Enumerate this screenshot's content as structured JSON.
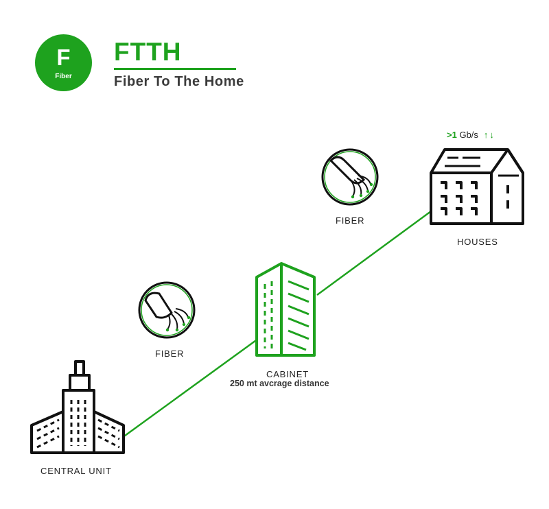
{
  "header": {
    "logo_letter": "F",
    "logo_word": "Fiber",
    "title": "FTTH",
    "subtitle": "Fiber To The Home"
  },
  "nodes": {
    "central_unit": {
      "label": "CENTRAL UNIT"
    },
    "cabinet": {
      "label": "CABINET",
      "sublabel": "250 mt avcrage distance"
    },
    "houses": {
      "label": "HOUSES"
    }
  },
  "links": [
    {
      "label": "FIBER"
    },
    {
      "label": "FIBER"
    }
  ],
  "speed": {
    "prefix": ">1",
    "unit": "Gb/s",
    "arrows": "↑↓"
  },
  "colors": {
    "accent": "#1ea21e",
    "ink": "#111111",
    "text": "#222222"
  },
  "icons": [
    "building-icon",
    "cabinet-icon",
    "house-icon",
    "fiber-cable-icon"
  ]
}
